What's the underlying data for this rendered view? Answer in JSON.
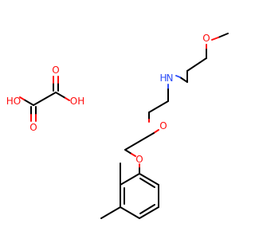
{
  "colors": {
    "carbon_bond": "#000000",
    "oxygen": "#ff0d0d",
    "nitrogen": "#3050f8",
    "background": "#ffffff"
  },
  "atoms": [
    {
      "id": "o_methoxy",
      "label": "O",
      "element": "oxygen"
    },
    {
      "id": "n_amine",
      "label": "H",
      "element": "nitrogen"
    },
    {
      "id": "n_amine_N",
      "label": "N",
      "element": "nitrogen"
    },
    {
      "id": "o_ether1",
      "label": "O",
      "element": "oxygen"
    },
    {
      "id": "o_ether2",
      "label": "O",
      "element": "oxygen"
    },
    {
      "id": "oxalic_oh_left",
      "label": "HO",
      "element": "oxygen"
    },
    {
      "id": "oxalic_oh_right",
      "label": "OH",
      "element": "oxygen"
    },
    {
      "id": "oxalic_o_top",
      "label": "O",
      "element": "oxygen"
    },
    {
      "id": "oxalic_o_bottom",
      "label": "O",
      "element": "oxygen"
    }
  ]
}
